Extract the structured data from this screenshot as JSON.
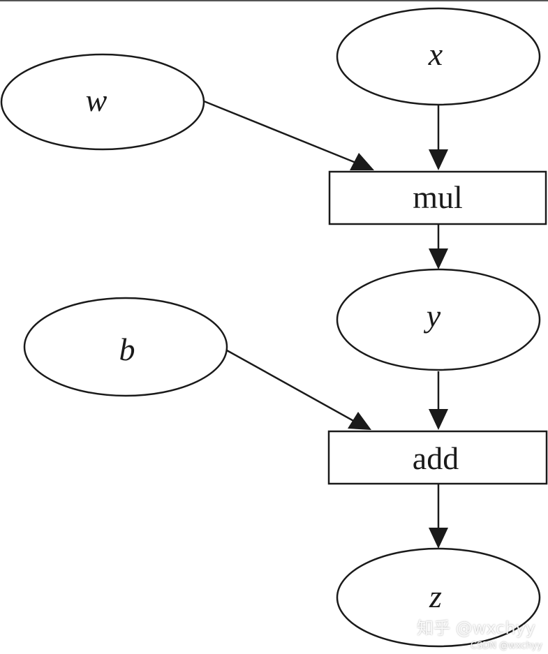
{
  "diagram": {
    "nodes": {
      "w": {
        "label": "w",
        "kind": "variable"
      },
      "x": {
        "label": "x",
        "kind": "variable"
      },
      "mul": {
        "label": "mul",
        "kind": "operation"
      },
      "y": {
        "label": "y",
        "kind": "variable"
      },
      "b": {
        "label": "b",
        "kind": "variable"
      },
      "add": {
        "label": "add",
        "kind": "operation"
      },
      "z": {
        "label": "z",
        "kind": "variable"
      }
    },
    "edges": [
      {
        "from": "w",
        "to": "mul"
      },
      {
        "from": "x",
        "to": "mul"
      },
      {
        "from": "mul",
        "to": "y"
      },
      {
        "from": "b",
        "to": "add"
      },
      {
        "from": "y",
        "to": "add"
      },
      {
        "from": "add",
        "to": "z"
      }
    ],
    "colors": {
      "stroke": "#1a1a1a",
      "fill": "#ffffff"
    }
  },
  "watermark": {
    "text": "知乎 @wxchyy",
    "sub": "CSDN @wxchyy"
  }
}
